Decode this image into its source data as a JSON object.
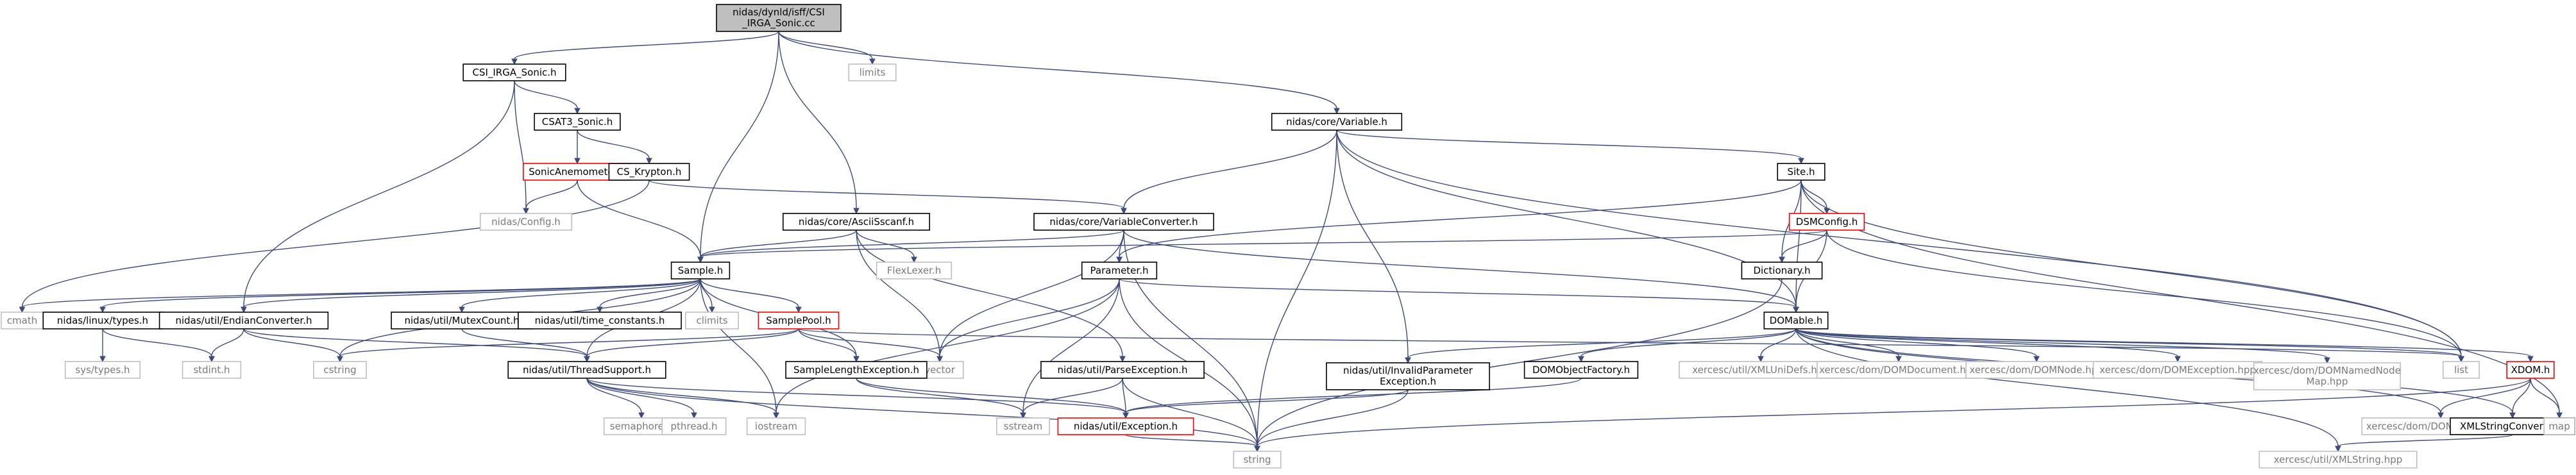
{
  "diagram": {
    "colors": {
      "edge": "#3c4b7a",
      "root_fill": "#bfbfbf",
      "node_border": "#000000",
      "gray_border": "#bfbfbf",
      "gray_text": "#7a7a7a",
      "red_border": "#ff0000"
    },
    "nodes": [
      {
        "id": "root",
        "lines": [
          "nidas/dynld/isff/CSI",
          "_IRGA_Sonic.cc"
        ],
        "style": "root"
      },
      {
        "id": "csi_irga",
        "lines": [
          "CSI_IRGA_Sonic.h"
        ],
        "style": "normal"
      },
      {
        "id": "limits",
        "lines": [
          "limits"
        ],
        "style": "gray"
      },
      {
        "id": "variable",
        "lines": [
          "nidas/core/Variable.h"
        ],
        "style": "normal"
      },
      {
        "id": "csat3",
        "lines": [
          "CSAT3_Sonic.h"
        ],
        "style": "normal"
      },
      {
        "id": "sonic_anem",
        "lines": [
          "SonicAnemometer.h"
        ],
        "style": "red"
      },
      {
        "id": "cs_krypton",
        "lines": [
          "CS_Krypton.h"
        ],
        "style": "normal"
      },
      {
        "id": "config",
        "lines": [
          "nidas/Config.h"
        ],
        "style": "gray"
      },
      {
        "id": "asciisscanf",
        "lines": [
          "nidas/core/AsciiSscanf.h"
        ],
        "style": "normal"
      },
      {
        "id": "varconv",
        "lines": [
          "nidas/core/VariableConverter.h"
        ],
        "style": "normal"
      },
      {
        "id": "site",
        "lines": [
          "Site.h"
        ],
        "style": "normal"
      },
      {
        "id": "dsmconfig",
        "lines": [
          "DSMConfig.h"
        ],
        "style": "red"
      },
      {
        "id": "flexlexer",
        "lines": [
          "FlexLexer.h"
        ],
        "style": "gray"
      },
      {
        "id": "parameter",
        "lines": [
          "Parameter.h"
        ],
        "style": "normal"
      },
      {
        "id": "dictionary",
        "lines": [
          "Dictionary.h"
        ],
        "style": "normal"
      },
      {
        "id": "sample",
        "lines": [
          "Sample.h"
        ],
        "style": "normal"
      },
      {
        "id": "domable",
        "lines": [
          "DOMable.h"
        ],
        "style": "normal"
      },
      {
        "id": "cmath",
        "lines": [
          "cmath"
        ],
        "style": "gray"
      },
      {
        "id": "types",
        "lines": [
          "nidas/linux/types.h"
        ],
        "style": "normal"
      },
      {
        "id": "endian",
        "lines": [
          "nidas/util/EndianConverter.h"
        ],
        "style": "normal"
      },
      {
        "id": "mutexcount",
        "lines": [
          "nidas/util/MutexCount.h"
        ],
        "style": "normal"
      },
      {
        "id": "timeconst",
        "lines": [
          "nidas/util/time_constants.h"
        ],
        "style": "normal"
      },
      {
        "id": "climits",
        "lines": [
          "climits"
        ],
        "style": "gray"
      },
      {
        "id": "samplepool",
        "lines": [
          "SamplePool.h"
        ],
        "style": "red"
      },
      {
        "id": "vector",
        "lines": [
          "vector"
        ],
        "style": "gray"
      },
      {
        "id": "systypes",
        "lines": [
          "sys/types.h"
        ],
        "style": "gray"
      },
      {
        "id": "stdint",
        "lines": [
          "stdint.h"
        ],
        "style": "gray"
      },
      {
        "id": "cstring",
        "lines": [
          "cstring"
        ],
        "style": "gray"
      },
      {
        "id": "threadsupport",
        "lines": [
          "nidas/util/ThreadSupport.h"
        ],
        "style": "normal"
      },
      {
        "id": "samplelenexc",
        "lines": [
          "SampleLengthException.h"
        ],
        "style": "normal"
      },
      {
        "id": "parseexc",
        "lines": [
          "nidas/util/ParseException.h"
        ],
        "style": "normal"
      },
      {
        "id": "invalidparam",
        "lines": [
          "nidas/util/InvalidParameter",
          "Exception.h"
        ],
        "style": "normal"
      },
      {
        "id": "domobjfactory",
        "lines": [
          "DOMObjectFactory.h"
        ],
        "style": "normal"
      },
      {
        "id": "xmlunidefs",
        "lines": [
          "xercesc/util/XMLUniDefs.hpp"
        ],
        "style": "gray"
      },
      {
        "id": "domdocument",
        "lines": [
          "xercesc/dom/DOMDocument.hpp"
        ],
        "style": "gray"
      },
      {
        "id": "domnode",
        "lines": [
          "xercesc/dom/DOMNode.hpp"
        ],
        "style": "gray"
      },
      {
        "id": "domexception",
        "lines": [
          "xercesc/dom/DOMException.hpp"
        ],
        "style": "gray"
      },
      {
        "id": "domnamednodemap",
        "lines": [
          "xercesc/dom/DOMNamedNode",
          "Map.hpp"
        ],
        "style": "gray"
      },
      {
        "id": "list",
        "lines": [
          "list"
        ],
        "style": "gray"
      },
      {
        "id": "xdom",
        "lines": [
          "XDOM.h"
        ],
        "style": "red"
      },
      {
        "id": "semaphore",
        "lines": [
          "semaphore.h"
        ],
        "style": "gray"
      },
      {
        "id": "pthread",
        "lines": [
          "pthread.h"
        ],
        "style": "gray"
      },
      {
        "id": "iostream",
        "lines": [
          "iostream"
        ],
        "style": "gray"
      },
      {
        "id": "sstream",
        "lines": [
          "sstream"
        ],
        "style": "gray"
      },
      {
        "id": "utilexception",
        "lines": [
          "nidas/util/Exception.h"
        ],
        "style": "red"
      },
      {
        "id": "domelement",
        "lines": [
          "xercesc/dom/DOMElement.hpp"
        ],
        "style": "gray"
      },
      {
        "id": "xmlstringconv",
        "lines": [
          "XMLStringConverter.h"
        ],
        "style": "normal"
      },
      {
        "id": "map",
        "lines": [
          "map"
        ],
        "style": "gray"
      },
      {
        "id": "string",
        "lines": [
          "string"
        ],
        "style": "gray"
      },
      {
        "id": "xmlstring",
        "lines": [
          "xercesc/util/XMLString.hpp"
        ],
        "style": "gray"
      }
    ],
    "edges": [
      [
        "root",
        "csi_irga"
      ],
      [
        "root",
        "limits"
      ],
      [
        "root",
        "variable"
      ],
      [
        "root",
        "asciisscanf"
      ],
      [
        "root",
        "sample"
      ],
      [
        "csi_irga",
        "csat3"
      ],
      [
        "csi_irga",
        "config"
      ],
      [
        "csi_irga",
        "endian"
      ],
      [
        "csat3",
        "sonic_anem"
      ],
      [
        "csat3",
        "cs_krypton"
      ],
      [
        "sonic_anem",
        "config"
      ],
      [
        "sonic_anem",
        "sample"
      ],
      [
        "cs_krypton",
        "varconv"
      ],
      [
        "cs_krypton",
        "cmath"
      ],
      [
        "variable",
        "varconv"
      ],
      [
        "variable",
        "site"
      ],
      [
        "variable",
        "domable"
      ],
      [
        "variable",
        "invalidparam"
      ],
      [
        "variable",
        "string"
      ],
      [
        "variable",
        "list"
      ],
      [
        "asciisscanf",
        "flexlexer"
      ],
      [
        "asciisscanf",
        "sample"
      ],
      [
        "asciisscanf",
        "parseexc"
      ],
      [
        "asciisscanf",
        "vector"
      ],
      [
        "varconv",
        "parameter"
      ],
      [
        "varconv",
        "sample"
      ],
      [
        "varconv",
        "domable"
      ],
      [
        "varconv",
        "vector"
      ],
      [
        "varconv",
        "string"
      ],
      [
        "site",
        "parameter"
      ],
      [
        "site",
        "dsmconfig"
      ],
      [
        "site",
        "dictionary"
      ],
      [
        "site",
        "domable"
      ],
      [
        "site",
        "list"
      ],
      [
        "site",
        "map"
      ],
      [
        "dsmconfig",
        "dictionary"
      ],
      [
        "dsmconfig",
        "domable"
      ],
      [
        "dsmconfig",
        "sample"
      ],
      [
        "dsmconfig",
        "list"
      ],
      [
        "parameter",
        "domable"
      ],
      [
        "parameter",
        "vector"
      ],
      [
        "parameter",
        "string"
      ],
      [
        "parameter",
        "sstream"
      ],
      [
        "parameter",
        "iostream"
      ],
      [
        "dictionary",
        "string"
      ],
      [
        "sample",
        "cmath"
      ],
      [
        "sample",
        "types"
      ],
      [
        "sample",
        "endian"
      ],
      [
        "sample",
        "mutexcount"
      ],
      [
        "sample",
        "timeconst"
      ],
      [
        "sample",
        "climits"
      ],
      [
        "sample",
        "samplepool"
      ],
      [
        "sample",
        "samplelenexc"
      ],
      [
        "sample",
        "cstring"
      ],
      [
        "sample",
        "threadsupport"
      ],
      [
        "sample",
        "iostream"
      ],
      [
        "types",
        "systypes"
      ],
      [
        "types",
        "stdint"
      ],
      [
        "endian",
        "stdint"
      ],
      [
        "endian",
        "cstring"
      ],
      [
        "endian",
        "threadsupport"
      ],
      [
        "mutexcount",
        "threadsupport"
      ],
      [
        "samplepool",
        "threadsupport"
      ],
      [
        "samplepool",
        "vector"
      ],
      [
        "samplepool",
        "samplelenexc"
      ],
      [
        "samplepool",
        "list"
      ],
      [
        "samplepool",
        "cstring"
      ],
      [
        "threadsupport",
        "semaphore"
      ],
      [
        "threadsupport",
        "pthread"
      ],
      [
        "threadsupport",
        "iostream"
      ],
      [
        "threadsupport",
        "utilexception"
      ],
      [
        "threadsupport",
        "string"
      ],
      [
        "samplelenexc",
        "utilexception"
      ],
      [
        "samplelenexc",
        "sstream"
      ],
      [
        "parseexc",
        "utilexception"
      ],
      [
        "parseexc",
        "sstream"
      ],
      [
        "parseexc",
        "string"
      ],
      [
        "invalidparam",
        "utilexception"
      ],
      [
        "invalidparam",
        "string"
      ],
      [
        "domable",
        "domobjfactory"
      ],
      [
        "domable",
        "invalidparam"
      ],
      [
        "domable",
        "xmlunidefs"
      ],
      [
        "domable",
        "domdocument"
      ],
      [
        "domable",
        "domnode"
      ],
      [
        "domable",
        "domexception"
      ],
      [
        "domable",
        "domnamednodemap"
      ],
      [
        "domable",
        "list"
      ],
      [
        "domable",
        "xdom"
      ],
      [
        "domable",
        "domelement"
      ],
      [
        "domable",
        "xmlstringconv"
      ],
      [
        "domable",
        "xmlstring"
      ],
      [
        "domobjfactory",
        "utilexception"
      ],
      [
        "utilexception",
        "string"
      ],
      [
        "xdom",
        "domelement"
      ],
      [
        "xdom",
        "xmlstringconv"
      ],
      [
        "xdom",
        "map"
      ],
      [
        "xdom",
        "string"
      ],
      [
        "xmlstringconv",
        "xmlstring"
      ]
    ]
  }
}
